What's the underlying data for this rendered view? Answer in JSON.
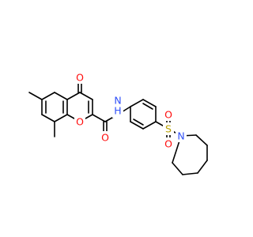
{
  "molecule": {
    "atoms": {
      "ketone_o": {
        "label": "O",
        "color": "#ff0d0d"
      },
      "ring_o": {
        "label": "O",
        "color": "#ff0d0d"
      },
      "amide_o": {
        "label": "O",
        "color": "#ff0d0d"
      },
      "amide_n": {
        "label": "N",
        "color": "#3050f8"
      },
      "amide_h": {
        "label": "H",
        "color": "#3050f8"
      },
      "sulfur": {
        "label": "S",
        "color": "#b8a100"
      },
      "sulfonyl_o_top": {
        "label": "O",
        "color": "#ff0d0d"
      },
      "sulfonyl_o_bottom": {
        "label": "O",
        "color": "#ff0d0d"
      },
      "azepane_n": {
        "label": "N",
        "color": "#3050f8"
      }
    },
    "bond_color": "#000000"
  }
}
